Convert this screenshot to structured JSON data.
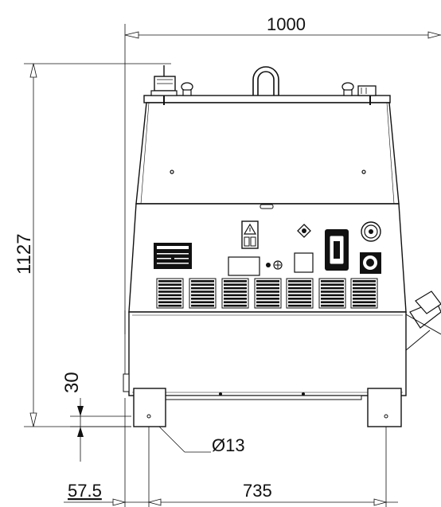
{
  "dimensions": {
    "overall_width": "1000",
    "overall_height": "1127",
    "foot_height": "30",
    "hole_diameter": "Ø13",
    "foot_offset": "57.5",
    "foot_spacing": "735"
  }
}
